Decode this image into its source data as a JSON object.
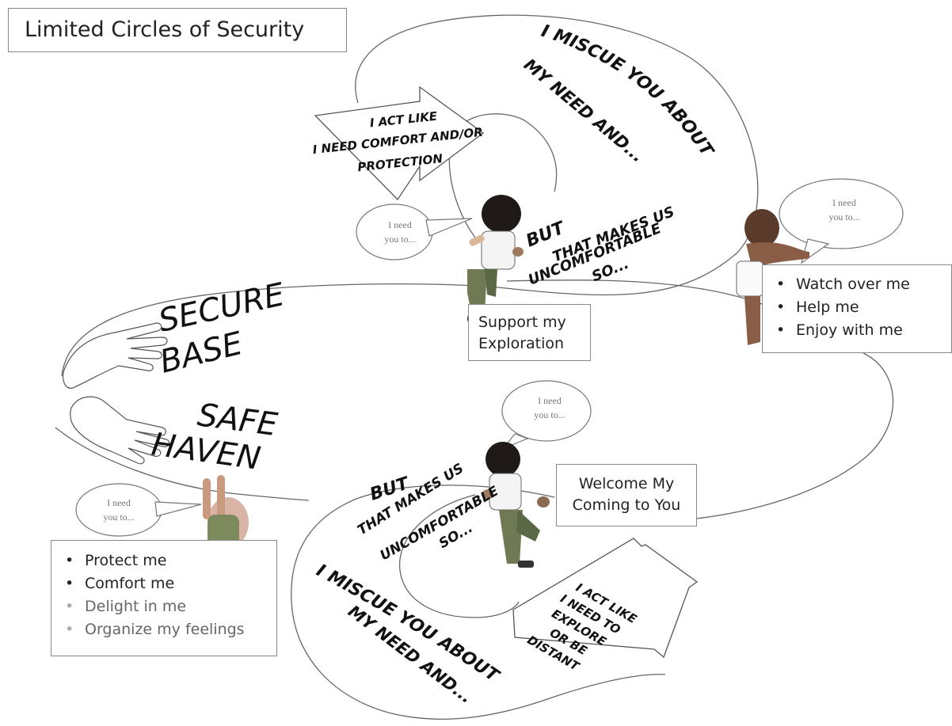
{
  "title": "Limited Circles of Security",
  "top_loop": {
    "miscue": [
      "I MISCUE YOU ABOUT",
      "MY NEED AND..."
    ],
    "act_like": [
      "I ACT LIKE",
      "I NEED COMFORT AND/OR",
      "PROTECTION"
    ],
    "but": "BUT",
    "uncomfortable": [
      "THAT MAKES US",
      "UNCOMFORTABLE",
      "SO..."
    ]
  },
  "bottom_loop": {
    "miscue": [
      "I MISCUE YOU ABOUT",
      "MY NEED AND..."
    ],
    "act_like": [
      "I ACT LIKE",
      "I NEED TO",
      "EXPLORE",
      "OR BE",
      "DISTANT"
    ],
    "but": "BUT",
    "uncomfortable": [
      "THAT MAKES US",
      "UNCOMFORTABLE",
      "SO..."
    ]
  },
  "secure_base": [
    "SECURE",
    "BASE"
  ],
  "safe_haven": [
    "SAFE",
    "HAVEN"
  ],
  "speech_bubbles": {
    "child_top": [
      "I need",
      "you to..."
    ],
    "crawling_child": [
      "I need",
      "you to..."
    ],
    "child_bottom": [
      "I need",
      "you to..."
    ],
    "reaching_child": [
      "I need",
      "you to..."
    ]
  },
  "support_box": [
    "Support my",
    "Exploration"
  ],
  "welcome_box": [
    "Welcome My",
    "Coming to You"
  ],
  "watch_list": [
    "Watch over me",
    "Help me",
    "Enjoy with me"
  ],
  "protect_list": [
    "Protect me",
    "Comfort me",
    "Delight in me",
    "Organize my feelings"
  ]
}
